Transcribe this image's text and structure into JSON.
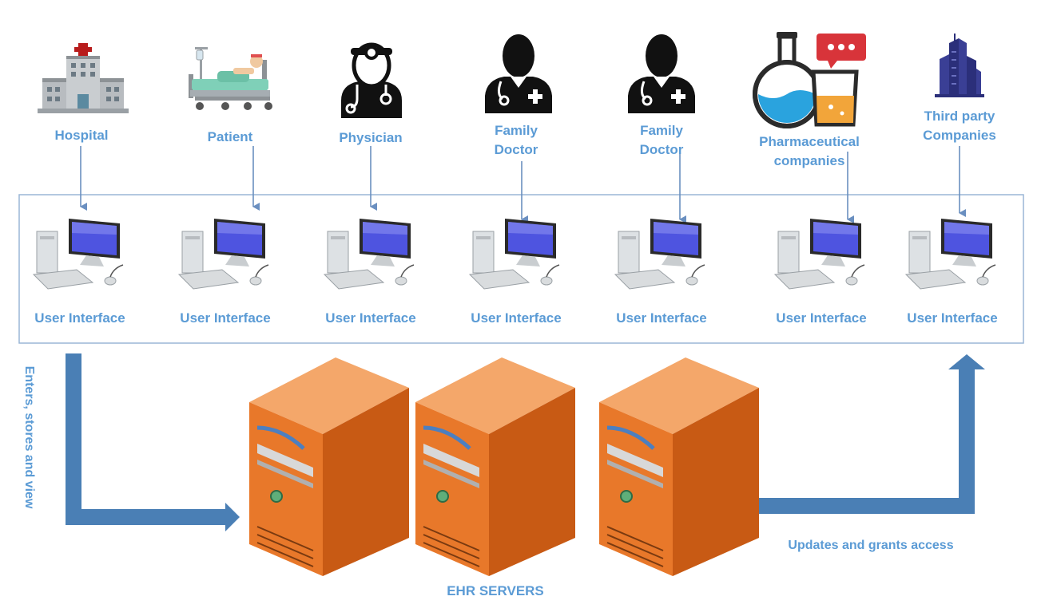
{
  "actors": [
    {
      "label": "Hospital",
      "icon": "hospital-icon"
    },
    {
      "label": "Patient",
      "icon": "patient-bed-icon"
    },
    {
      "label": "Physician",
      "icon": "physician-icon"
    },
    {
      "label": "Family\nDoctor",
      "icon": "doctor-icon"
    },
    {
      "label": "Family\nDoctor",
      "icon": "doctor-icon"
    },
    {
      "label": "Pharmaceutical\ncompanies",
      "icon": "lab-flask-icon"
    },
    {
      "label": "Third party\nCompanies",
      "icon": "buildings-icon"
    }
  ],
  "ui_label": "User Interface",
  "servers_label": "EHR SERVERS",
  "flow_in_label": "Enters, stores and view",
  "flow_out_label": "Updates and grants access",
  "colors": {
    "accent": "#5b9bd5",
    "arrow": "#4a7fb5",
    "connector": "#6a8fc0",
    "server_front": "#e8782a",
    "server_side": "#c85a14",
    "server_top": "#f4a76a",
    "icon_dark": "#111111",
    "navy": "#2b2f7a"
  }
}
